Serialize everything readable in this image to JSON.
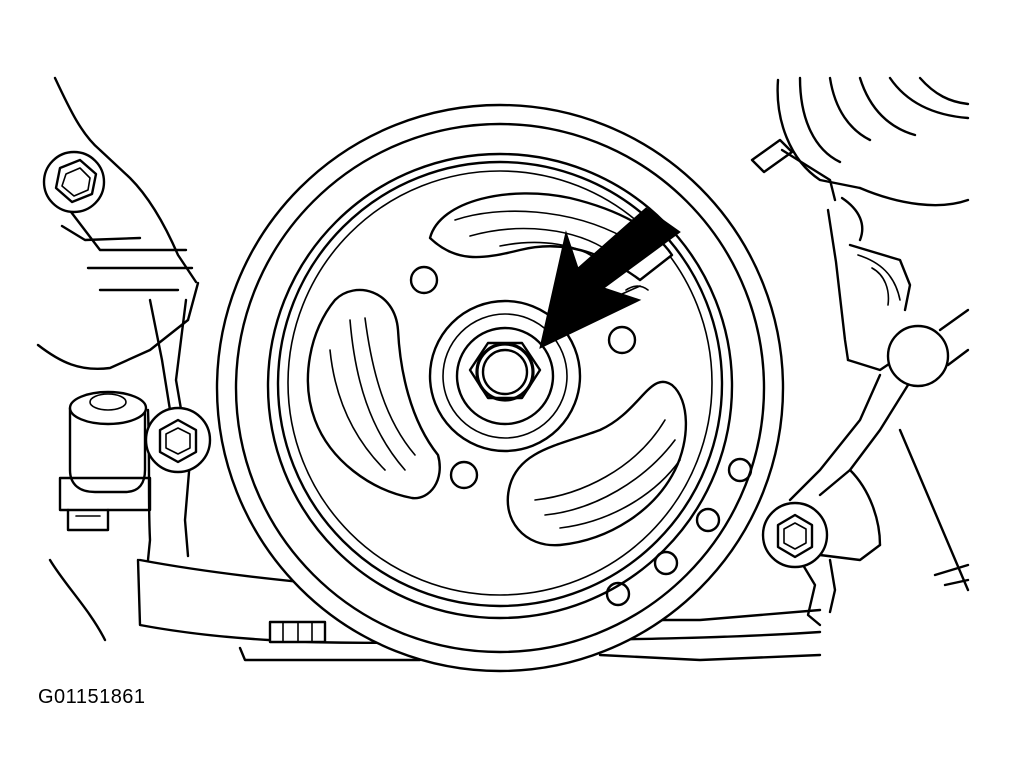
{
  "figure": {
    "id_label": "G01151861",
    "line_color": "#000000",
    "background": "#ffffff"
  },
  "parts": {
    "crankshaft_pulley": "crankshaft-pulley",
    "center_bolt": "crankshaft-pulley-center-bolt",
    "pointer": "arrow-pointer"
  }
}
